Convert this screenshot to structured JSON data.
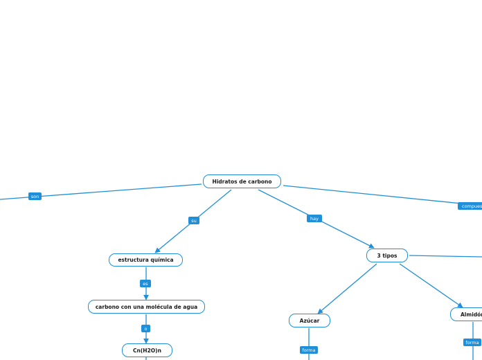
{
  "colors": {
    "line": "#1e8fd8",
    "label_bg": "#1e8fd8",
    "node_border": "#1e8fd8",
    "text": "#1a1a1a"
  },
  "nodes": {
    "root": "Hidratos de carbono",
    "estructura": "estructura química",
    "carbono": "carbono con una molécula de agua",
    "formula": "Cn(H2O)n",
    "tipos": "3 tipos",
    "azucar": "Azúcar",
    "almidon": "Almidón"
  },
  "labels": {
    "son": "son",
    "su": "su",
    "hay": "hay",
    "compuestos": "compuestos",
    "es": "es",
    "o": "o",
    "forma_azucar": "forma",
    "forma_almidon": "forma"
  }
}
